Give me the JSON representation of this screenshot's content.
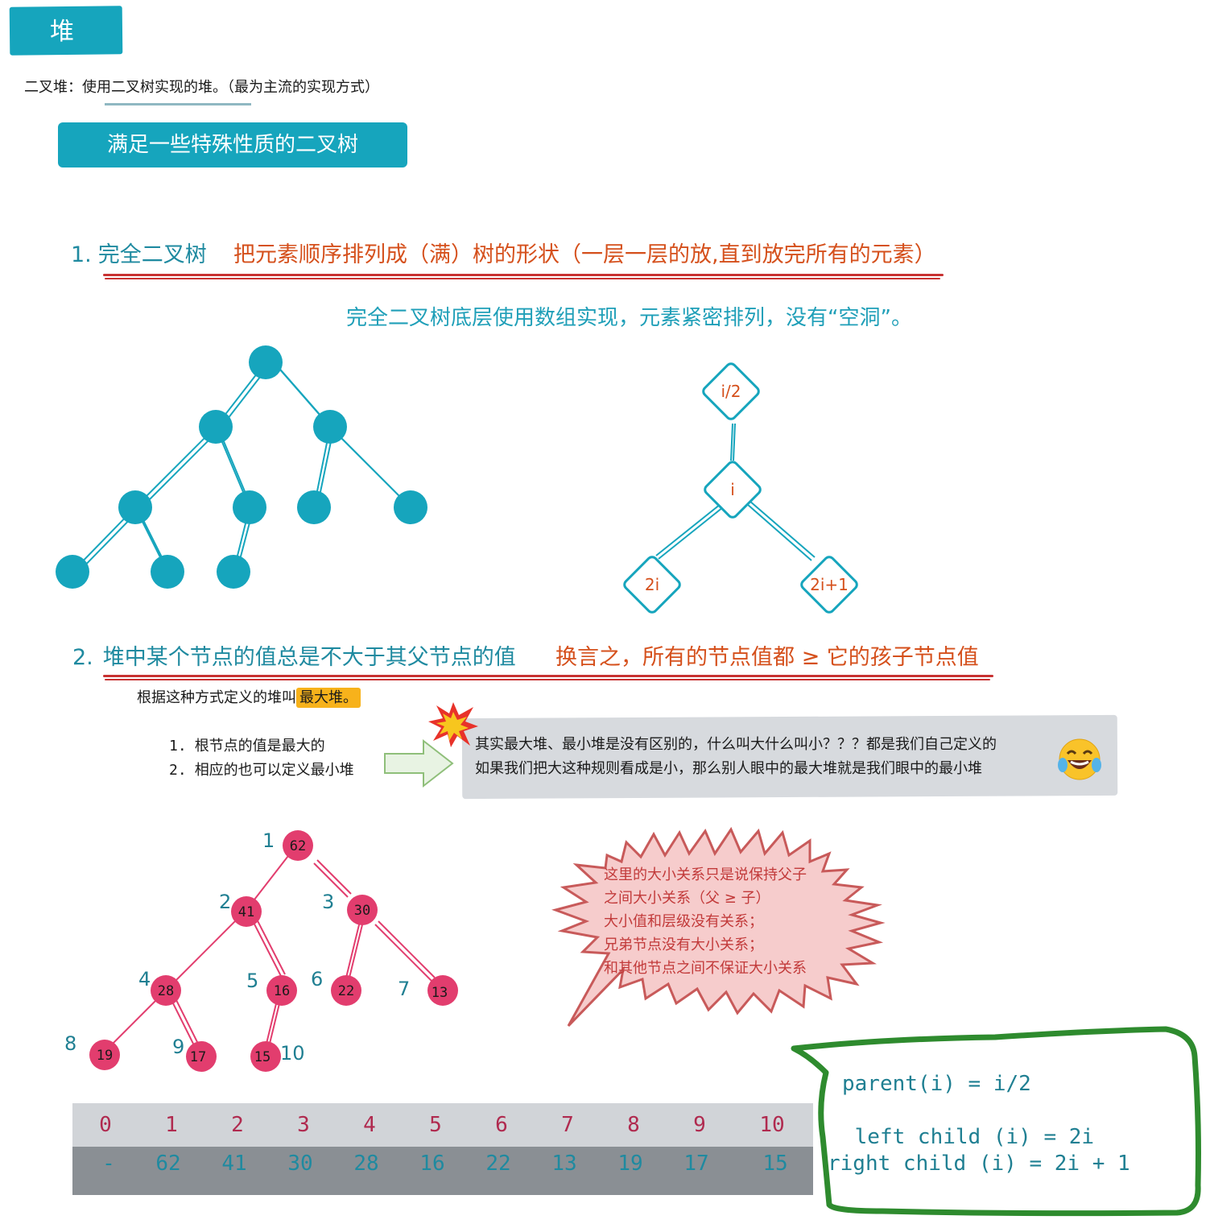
{
  "title": "堆",
  "intro": "二叉堆：使用二叉树实现的堆。（最为主流的实现方式）",
  "banner": "满足一些特殊性质的二叉树",
  "property1": {
    "number": "1.",
    "heading": "完全二叉树",
    "desc": "把元素顺序排列成（满）树的形状（一层一层的放,直到放完所有的元素）",
    "note": "完全二叉树底层使用数组实现，元素紧密排列，没有“空洞”。"
  },
  "index_diagram": {
    "parent": "i/2",
    "node": "i",
    "left": "2i",
    "right": "2i+1"
  },
  "property2": {
    "number": "2.",
    "heading": "堆中某个节点的值总是不大于其父节点的值",
    "desc": "换言之，所有的节点值都 ≥ 它的孩子节点值"
  },
  "definition": {
    "prefix": "根据这种方式定义的堆叫",
    "highlight": "最大堆。"
  },
  "list": [
    {
      "n": "1.",
      "text": "根节点的值是最大的"
    },
    {
      "n": "2.",
      "text": "相应的也可以定义最小堆"
    }
  ],
  "note": {
    "line1": "其实最大堆、最小堆是没有区别的，什么叫大什么叫小？？？都是我们自己定义的",
    "line2": "如果我们把大这种规则看成是小，那么别人眼中的最大堆就是我们眼中的最小堆"
  },
  "speech": [
    "这里的大小关系只是说保持父子",
    "之间大小关系（父 ≥ 子）",
    "大小值和层级没有关系；",
    "兄弟节点没有大小关系；",
    "和其他节点之间不保证大小关系"
  ],
  "heap_nodes": [
    {
      "index": "1",
      "value": "62"
    },
    {
      "index": "2",
      "value": "41"
    },
    {
      "index": "3",
      "value": "30"
    },
    {
      "index": "4",
      "value": "28"
    },
    {
      "index": "5",
      "value": "16"
    },
    {
      "index": "6",
      "value": "22"
    },
    {
      "index": "7",
      "value": "13"
    },
    {
      "index": "8",
      "value": "19"
    },
    {
      "index": "9",
      "value": "17"
    },
    {
      "index": "10",
      "value": "15"
    }
  ],
  "array": {
    "indices": [
      "0",
      "1",
      "2",
      "3",
      "4",
      "5",
      "6",
      "7",
      "8",
      "9",
      "10"
    ],
    "values": [
      "-",
      "62",
      "41",
      "30",
      "28",
      "16",
      "22",
      "13",
      "19",
      "17",
      "15"
    ]
  },
  "code": {
    "parent": "parent(i) = i/2",
    "left": " left child (i) = 2i",
    "right": "right child (i) = 2i + 1"
  },
  "colors": {
    "teal": "#16a5bd",
    "orange": "#d5501c",
    "red_underline": "#c83232",
    "pink_node": "#e23d6e",
    "green_frame": "#2e8b2e"
  }
}
